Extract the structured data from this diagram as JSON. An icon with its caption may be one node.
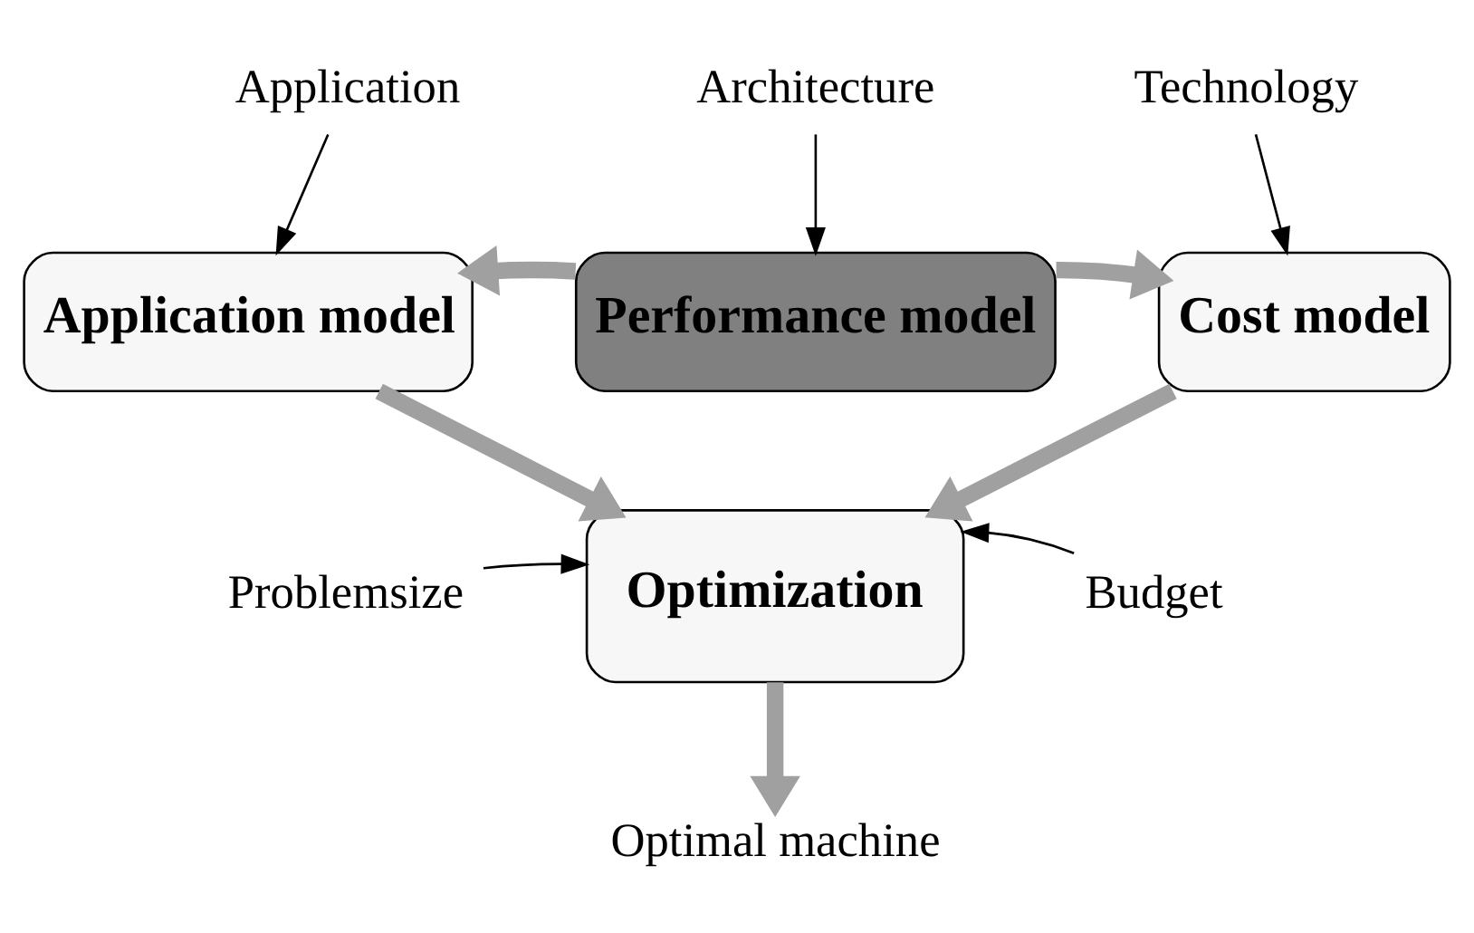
{
  "diagram": {
    "nodes": [
      {
        "text": [
          "Application model"
        ]
      },
      {
        "text": [
          "Performance model"
        ]
      },
      {
        "text": [
          "Cost model"
        ]
      },
      {
        "text": [
          "Optimization"
        ]
      },
      {
        "text": [
          "Application"
        ]
      },
      {
        "text": [
          "Architecture"
        ]
      },
      {
        "text": [
          "Technology"
        ]
      },
      {
        "text": [
          "Problemsize"
        ]
      },
      {
        "text": [
          "Budget"
        ]
      },
      {
        "text": [
          "Optimal machine"
        ]
      }
    ],
    "edges": [
      {
        "from": 4,
        "to": 0,
        "arrow": "to"
      },
      {
        "from": 5,
        "to": 1,
        "arrow": "to"
      },
      {
        "from": 6,
        "to": 2,
        "arrow": "to"
      },
      {
        "from": 1,
        "to": 0,
        "arrow": "to",
        "style": "thick",
        "color": "#a0a0a0"
      },
      {
        "from": 1,
        "to": 2,
        "arrow": "to",
        "style": "thick",
        "color": "#a0a0a0"
      },
      {
        "from": 0,
        "to": 3,
        "arrow": "to",
        "style": "thick",
        "color": "#a0a0a0"
      },
      {
        "from": 2,
        "to": 3,
        "arrow": "to",
        "style": "thick",
        "color": "#a0a0a0"
      },
      {
        "from": 7,
        "to": 3,
        "arrow": "to"
      },
      {
        "from": 8,
        "to": 3,
        "arrow": "to"
      },
      {
        "from": 3,
        "to": 9,
        "arrow": "to",
        "style": "thick",
        "color": "#a0a0a0"
      }
    ]
  }
}
